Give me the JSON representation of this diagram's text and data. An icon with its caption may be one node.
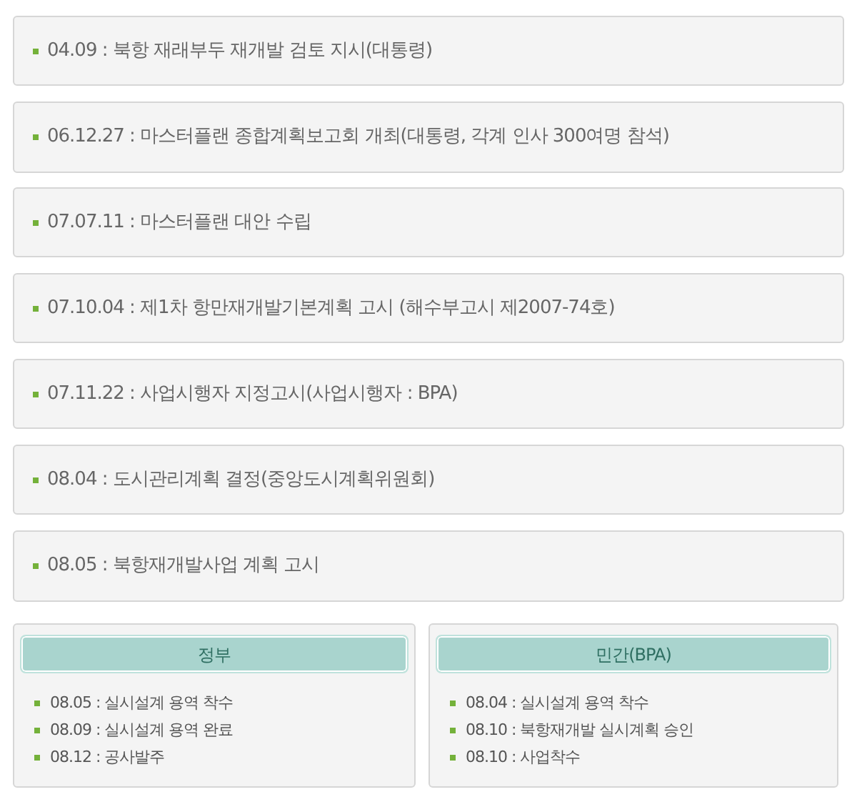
{
  "diagram": {
    "nodes": [
      {
        "text": [
          "04.09 : 북항 재래부두 재개발 검토 지시(대통령)"
        ]
      },
      {
        "text": [
          "06.12.27 : 마스터플랜 종합계획보고회 개최(대통령, 각계 인사 300여명 참석)"
        ]
      },
      {
        "text": [
          "07.07.11 : 마스터플랜 대안 수립"
        ]
      },
      {
        "text": [
          "07.10.04 : 제1차 항만재개발기본계획 고시 (해수부고시 제2007-74호)"
        ]
      },
      {
        "text": [
          "07.11.22 : 사업시행자 지정고시(사업시행자 : BPA)"
        ]
      },
      {
        "text": [
          "08.04 : 도시관리계획 결정(중앙도시계획위원회)"
        ]
      },
      {
        "text": [
          "08.05 : 북항재개발사업 계획 고시"
        ]
      },
      {
        "text": [
          "08.05 : 실시설계 용역 착수",
          "08.09 : 실시설계 용역 완료",
          "08.12 : 공사발주"
        ]
      },
      {
        "text": [
          "정부"
        ],
        "in": 7
      },
      {
        "text": [
          "08.04 : 실시설계 용역 착수",
          "08.10 : 북항재개발 실시계획 승인",
          "08.10 : 사업착수"
        ]
      },
      {
        "text": [
          "민간(BPA)"
        ],
        "in": 9
      }
    ]
  }
}
